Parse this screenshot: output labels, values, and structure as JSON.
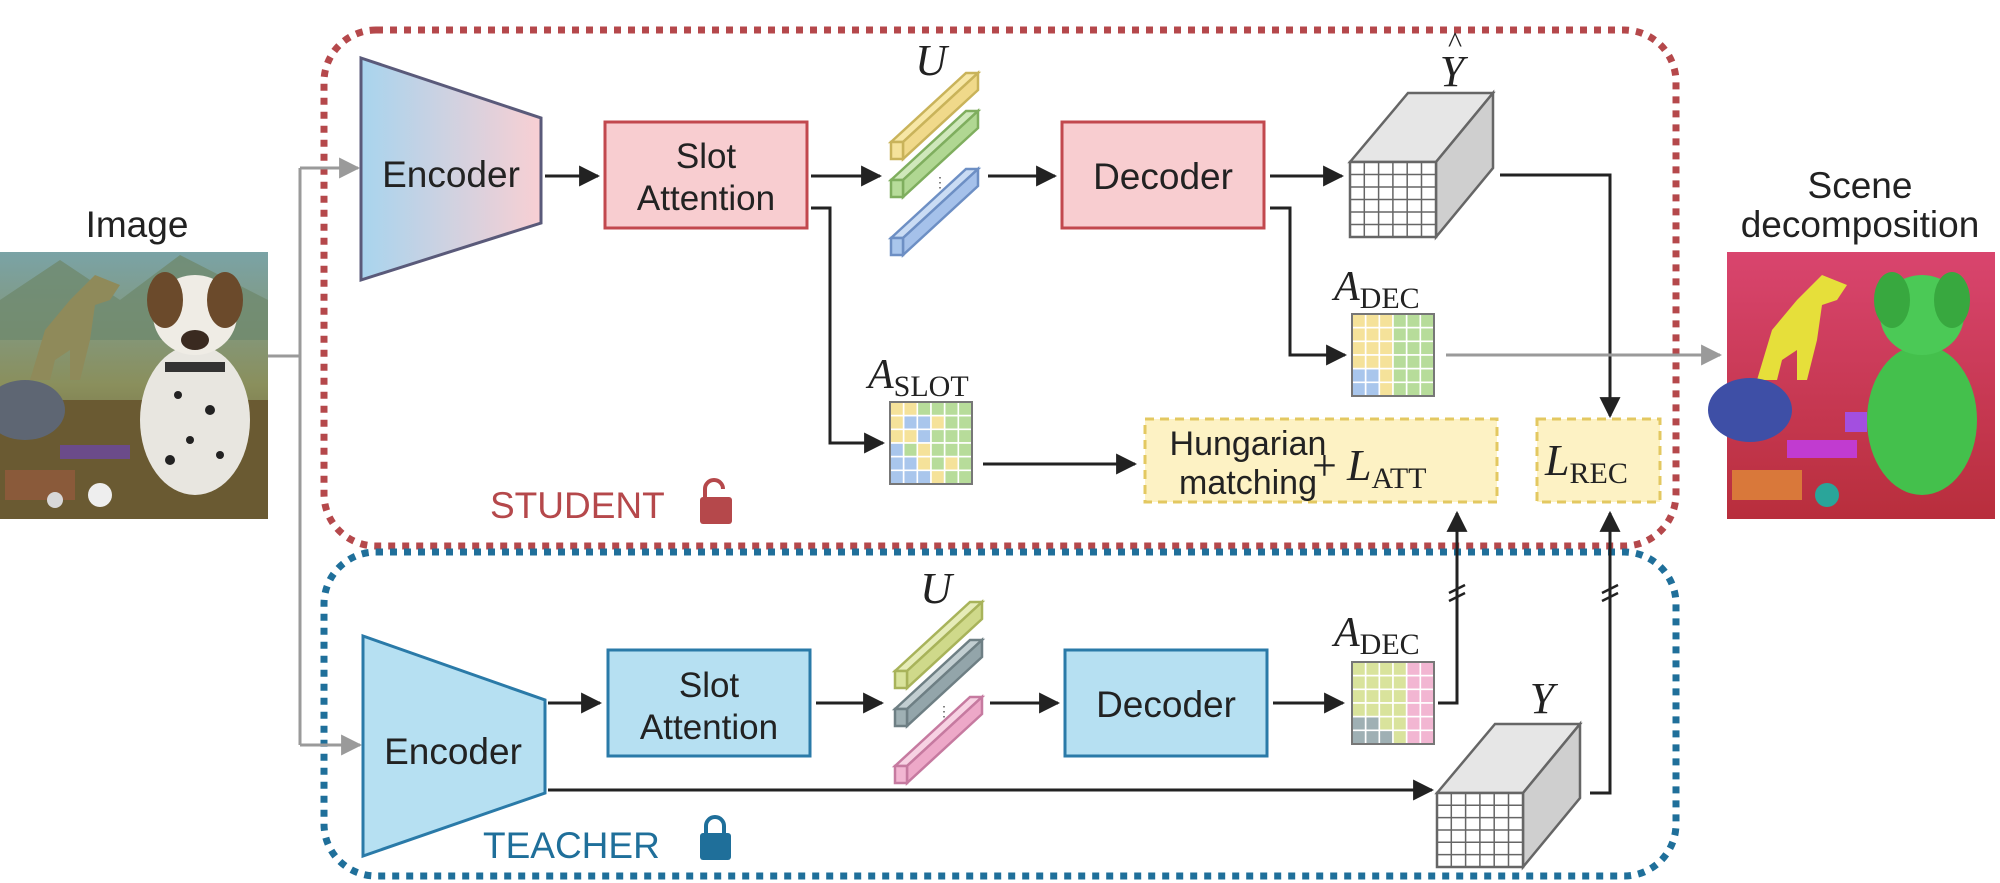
{
  "input": {
    "label": "Image",
    "picture_desc": "dog"
  },
  "output": {
    "label_line1": "Scene",
    "label_line2": "decomposition"
  },
  "student": {
    "title": "STUDENT",
    "encoder_label": "Encoder",
    "slot_label_line1": "Slot",
    "slot_label_line2": "Attention",
    "decoder_label": "Decoder",
    "slots_symbol": "U",
    "recon_symbol": "Y",
    "a_dec_main": "A",
    "a_dec_sub": "DEC",
    "a_slot_main": "A",
    "a_slot_sub": "SLOT",
    "hungarian_line1": "Hungarian",
    "hungarian_line2": "matching",
    "plus": "+",
    "l_att_main": "L",
    "l_att_sub": "ATT",
    "l_rec_main": "L",
    "l_rec_sub": "REC"
  },
  "teacher": {
    "title": "TEACHER",
    "encoder_label": "Encoder",
    "slot_label_line1": "Slot",
    "slot_label_line2": "Attention",
    "decoder_label": "Decoder",
    "slots_symbol": "U",
    "target_symbol": "Y",
    "a_dec_main": "A",
    "a_dec_sub": "DEC"
  },
  "colors": {
    "student_border": "#b5484b",
    "teacher_border": "#1f6f9a",
    "student_box_fill": "#f8cdd0",
    "student_box_stroke": "#c2484e",
    "teacher_box_fill": "#b6e0f2",
    "teacher_box_stroke": "#2a7aa8",
    "loss_fill": "#fdf2c4",
    "loss_stroke": "#e3c861",
    "arrow": "#222222",
    "gray_arrow": "#9a9a9a",
    "yellow": "#f5e29a",
    "green": "#b7dc9a",
    "blue": "#a9c6ec",
    "olive": "#d9e39c",
    "slate": "#9fb0b4",
    "pink": "#f2b6d2"
  }
}
